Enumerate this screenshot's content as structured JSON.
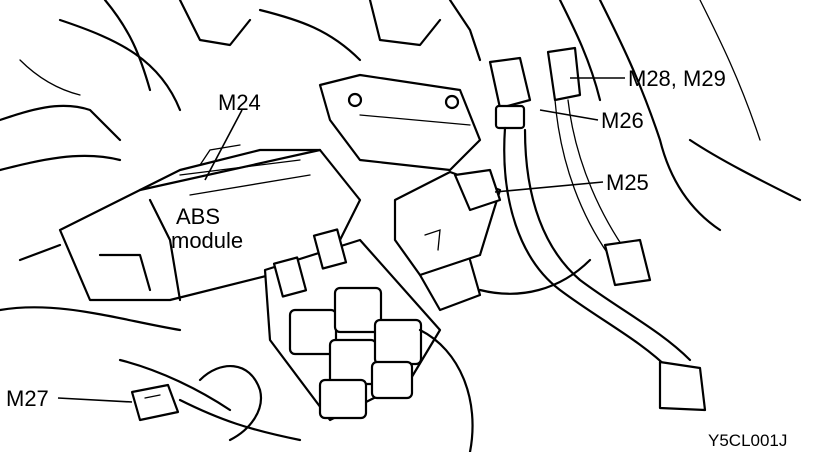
{
  "labels": {
    "m24": "M24",
    "abs_line1": "ABS",
    "abs_line2": "module",
    "m28_m29": "M28, M29",
    "m26": "M26",
    "m25": "M25",
    "m27": "M27"
  },
  "figure_code": "Y5CL001J"
}
